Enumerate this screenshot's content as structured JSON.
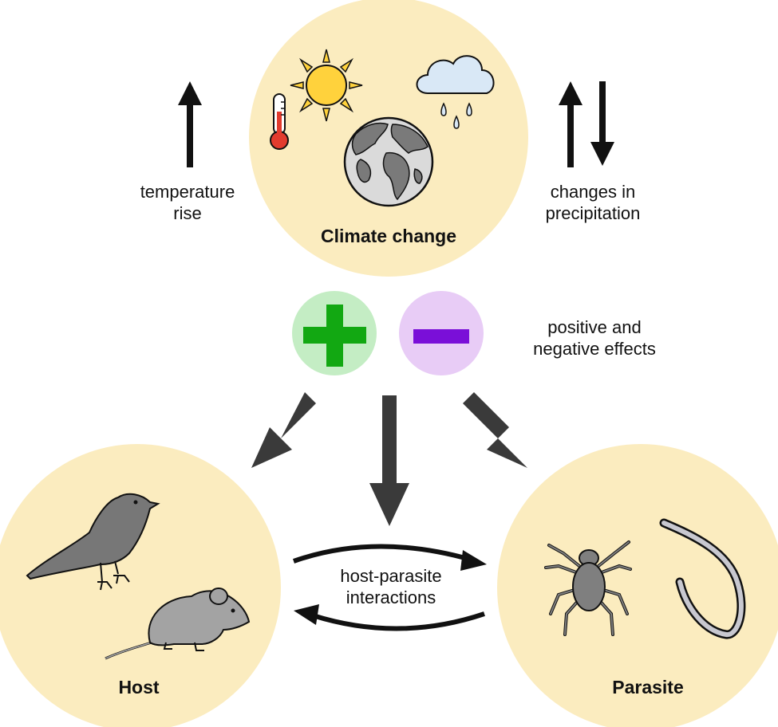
{
  "climate": {
    "title": "Climate change",
    "temperature_label": [
      "temperature",
      "rise"
    ],
    "precipitation_label": [
      "changes in",
      "precipitation"
    ]
  },
  "effects": {
    "label": [
      "positive and",
      "negative effects"
    ]
  },
  "host": {
    "title": "Host"
  },
  "parasite": {
    "title": "Parasite"
  },
  "interactions": {
    "label": [
      "host-parasite",
      "interactions"
    ]
  },
  "colors": {
    "circle_fill": "#fbecbf",
    "plus_bg": "#c4edc4",
    "plus_sign": "#12a812",
    "minus_bg": "#e8ccf6",
    "minus_sign": "#7a0fd8",
    "arrow_dark": "#3a3a3a",
    "animal_gray": "#777777",
    "sun_yellow": "#ffd23c",
    "cloud_blue": "#d9e8f6",
    "thermometer_red": "#e23b2e"
  }
}
